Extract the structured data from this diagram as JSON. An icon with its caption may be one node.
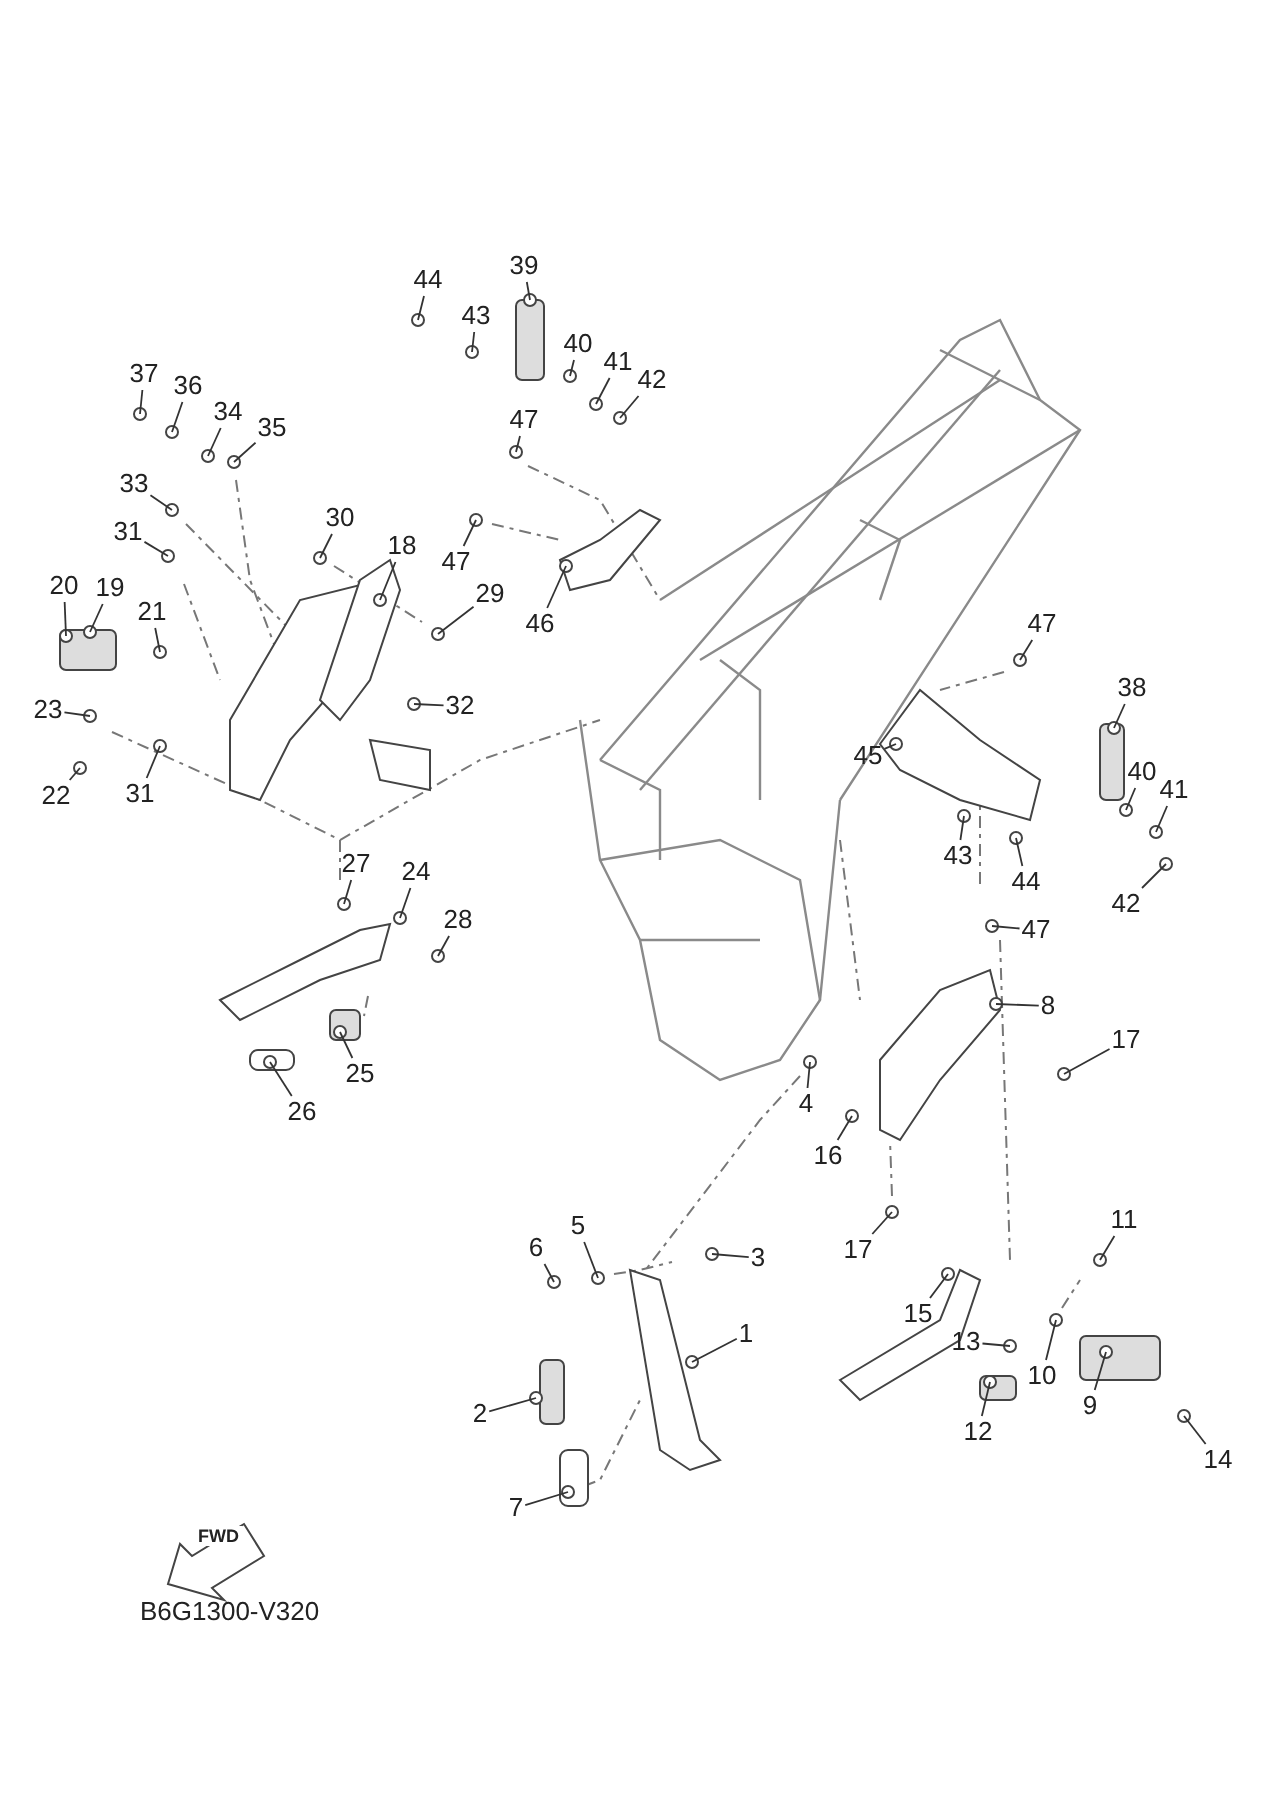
{
  "diagram": {
    "nodes": [
      {
        "text": [
          "44"
        ]
      },
      {
        "text": [
          "39"
        ]
      },
      {
        "text": [
          "43"
        ]
      },
      {
        "text": [
          "40"
        ]
      },
      {
        "text": [
          "41"
        ]
      },
      {
        "text": [
          "42"
        ]
      },
      {
        "text": [
          "47"
        ]
      },
      {
        "text": [
          "37"
        ]
      },
      {
        "text": [
          "36"
        ]
      },
      {
        "text": [
          "34"
        ]
      },
      {
        "text": [
          "35"
        ]
      },
      {
        "text": [
          "33"
        ]
      },
      {
        "text": [
          "30"
        ]
      },
      {
        "text": [
          "18"
        ]
      },
      {
        "text": [
          "31"
        ]
      },
      {
        "text": [
          "29"
        ]
      },
      {
        "text": [
          "47"
        ]
      },
      {
        "text": [
          "46"
        ]
      },
      {
        "text": [
          "20"
        ]
      },
      {
        "text": [
          "19"
        ]
      },
      {
        "text": [
          "21"
        ]
      },
      {
        "text": [
          "32"
        ]
      },
      {
        "text": [
          "23"
        ]
      },
      {
        "text": [
          "22"
        ]
      },
      {
        "text": [
          "31"
        ]
      },
      {
        "text": [
          "47"
        ]
      },
      {
        "text": [
          "38"
        ]
      },
      {
        "text": [
          "45"
        ]
      },
      {
        "text": [
          "40"
        ]
      },
      {
        "text": [
          "41"
        ]
      },
      {
        "text": [
          "43"
        ]
      },
      {
        "text": [
          "44"
        ]
      },
      {
        "text": [
          "47"
        ]
      },
      {
        "text": [
          "42"
        ]
      },
      {
        "text": [
          "27"
        ]
      },
      {
        "text": [
          "24"
        ]
      },
      {
        "text": [
          "28"
        ]
      },
      {
        "text": [
          "25"
        ]
      },
      {
        "text": [
          "26"
        ]
      },
      {
        "text": [
          "8"
        ]
      },
      {
        "text": [
          "17"
        ]
      },
      {
        "text": [
          "4"
        ]
      },
      {
        "text": [
          "16"
        ]
      },
      {
        "text": [
          "17"
        ]
      },
      {
        "text": [
          "5"
        ]
      },
      {
        "text": [
          "6"
        ]
      },
      {
        "text": [
          "3"
        ]
      },
      {
        "text": [
          "1"
        ]
      },
      {
        "text": [
          "11"
        ]
      },
      {
        "text": [
          "15"
        ]
      },
      {
        "text": [
          "13"
        ]
      },
      {
        "text": [
          "10"
        ]
      },
      {
        "text": [
          "9"
        ]
      },
      {
        "text": [
          "12"
        ]
      },
      {
        "text": [
          "14"
        ]
      },
      {
        "text": [
          "2"
        ]
      },
      {
        "text": [
          "7"
        ]
      }
    ],
    "edges": [
      {
        "from": 0,
        "to": null,
        "arrow": "none"
      },
      {
        "from": 1,
        "to": null,
        "arrow": "none"
      },
      {
        "from": 2,
        "to": null,
        "arrow": "none"
      },
      {
        "from": 3,
        "to": null,
        "arrow": "none"
      },
      {
        "from": 4,
        "to": null,
        "arrow": "none"
      },
      {
        "from": 5,
        "to": null,
        "arrow": "none"
      },
      {
        "from": 6,
        "to": null,
        "arrow": "none"
      },
      {
        "from": 7,
        "to": null,
        "arrow": "none"
      },
      {
        "from": 8,
        "to": null,
        "arrow": "none"
      },
      {
        "from": 9,
        "to": null,
        "arrow": "none"
      },
      {
        "from": 10,
        "to": null,
        "arrow": "none"
      },
      {
        "from": 11,
        "to": null,
        "arrow": "none"
      },
      {
        "from": 12,
        "to": null,
        "arrow": "none"
      },
      {
        "from": 13,
        "to": null,
        "arrow": "none"
      },
      {
        "from": 14,
        "to": null,
        "arrow": "none"
      },
      {
        "from": 15,
        "to": null,
        "arrow": "none"
      },
      {
        "from": 16,
        "to": null,
        "arrow": "none"
      },
      {
        "from": 17,
        "to": null,
        "arrow": "none"
      },
      {
        "from": 18,
        "to": null,
        "arrow": "none"
      },
      {
        "from": 19,
        "to": null,
        "arrow": "none"
      },
      {
        "from": 20,
        "to": null,
        "arrow": "none"
      },
      {
        "from": 21,
        "to": null,
        "arrow": "none"
      },
      {
        "from": 22,
        "to": null,
        "arrow": "none"
      },
      {
        "from": 23,
        "to": null,
        "arrow": "none"
      },
      {
        "from": 24,
        "to": null,
        "arrow": "none"
      },
      {
        "from": 25,
        "to": null,
        "arrow": "none"
      },
      {
        "from": 26,
        "to": null,
        "arrow": "none"
      },
      {
        "from": 27,
        "to": null,
        "arrow": "none"
      },
      {
        "from": 28,
        "to": null,
        "arrow": "none"
      },
      {
        "from": 29,
        "to": null,
        "arrow": "none"
      },
      {
        "from": 30,
        "to": null,
        "arrow": "none"
      },
      {
        "from": 31,
        "to": null,
        "arrow": "none"
      },
      {
        "from": 32,
        "to": null,
        "arrow": "none"
      },
      {
        "from": 33,
        "to": null,
        "arrow": "none"
      },
      {
        "from": 34,
        "to": null,
        "arrow": "none"
      },
      {
        "from": 35,
        "to": null,
        "arrow": "none"
      },
      {
        "from": 36,
        "to": null,
        "arrow": "none"
      },
      {
        "from": 37,
        "to": null,
        "arrow": "none"
      },
      {
        "from": 38,
        "to": null,
        "arrow": "none"
      },
      {
        "from": 39,
        "to": null,
        "arrow": "none"
      },
      {
        "from": 40,
        "to": null,
        "arrow": "none"
      },
      {
        "from": 41,
        "to": null,
        "arrow": "none"
      },
      {
        "from": 42,
        "to": null,
        "arrow": "none"
      },
      {
        "from": 43,
        "to": null,
        "arrow": "none"
      },
      {
        "from": 44,
        "to": null,
        "arrow": "none"
      },
      {
        "from": 45,
        "to": null,
        "arrow": "none"
      },
      {
        "from": 46,
        "to": null,
        "arrow": "none"
      },
      {
        "from": 47,
        "to": null,
        "arrow": "none"
      },
      {
        "from": 48,
        "to": null,
        "arrow": "none"
      },
      {
        "from": 49,
        "to": null,
        "arrow": "none"
      },
      {
        "from": 50,
        "to": null,
        "arrow": "none"
      },
      {
        "from": 51,
        "to": null,
        "arrow": "none"
      },
      {
        "from": 52,
        "to": null,
        "arrow": "none"
      },
      {
        "from": 53,
        "to": null,
        "arrow": "none"
      },
      {
        "from": 54,
        "to": null,
        "arrow": "none"
      },
      {
        "from": 55,
        "to": null,
        "arrow": "none"
      },
      {
        "from": 56,
        "to": null,
        "arrow": "none"
      }
    ],
    "labels": [
      "FWD",
      "B6G1300-V320"
    ]
  }
}
